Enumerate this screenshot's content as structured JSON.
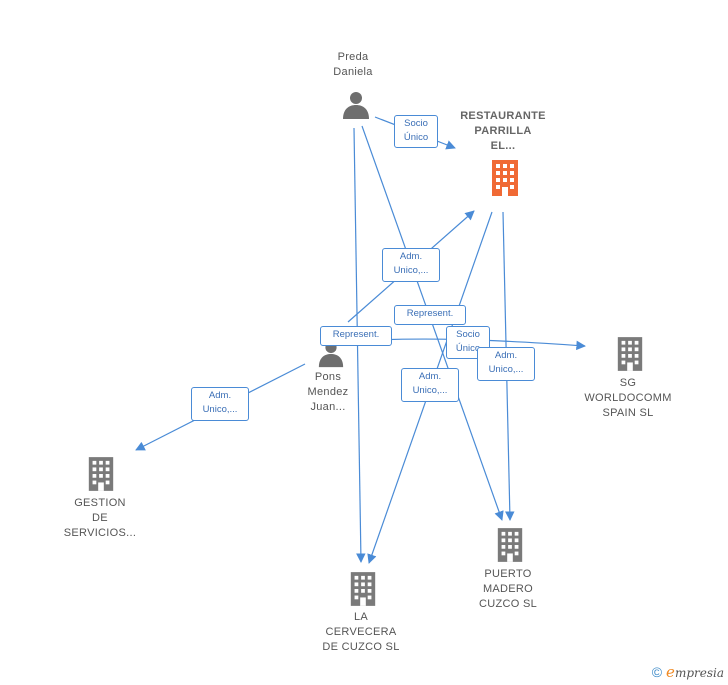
{
  "nodes": {
    "preda": {
      "label_lines": [
        "Preda",
        "Daniela"
      ],
      "type": "person"
    },
    "pons": {
      "label_lines": [
        "Pons",
        "Mendez",
        "Juan..."
      ],
      "type": "person"
    },
    "restaurante": {
      "label_lines": [
        "RESTAURANTE",
        "PARRILLA",
        "EL..."
      ],
      "type": "company-main"
    },
    "sg": {
      "label_lines": [
        "SG",
        "WORLDOCOMM",
        "SPAIN  SL"
      ],
      "type": "company"
    },
    "gestion": {
      "label_lines": [
        "GESTION",
        "DE",
        "SERVICIOS..."
      ],
      "type": "company"
    },
    "puerto": {
      "label_lines": [
        "PUERTO",
        "MADERO",
        "CUZCO  SL"
      ],
      "type": "company"
    },
    "cervecera": {
      "label_lines": [
        "LA",
        "CERVECERA",
        "DE CUZCO  SL"
      ],
      "type": "company"
    }
  },
  "edge_labels": {
    "socio_unico_1": [
      "Socio",
      "Único"
    ],
    "adm_unico_1": [
      "Adm.",
      "Unico,..."
    ],
    "represent_1": [
      "Represent."
    ],
    "represent_2": [
      "Represent."
    ],
    "socio_unico_2": [
      "Socio",
      "Único"
    ],
    "adm_unico_2": [
      "Adm.",
      "Unico,..."
    ],
    "adm_unico_3": [
      "Adm.",
      "Unico,..."
    ],
    "adm_unico_4": [
      "Adm.",
      "Unico,..."
    ]
  },
  "colors": {
    "edge": "#4a8bd6",
    "company_icon": "#7a7a7a",
    "main_company_icon": "#f06a35",
    "person_icon": "#6e6e6e"
  },
  "footer": {
    "copyright": "©",
    "brand_first": "e",
    "brand_rest": "mpresia"
  }
}
